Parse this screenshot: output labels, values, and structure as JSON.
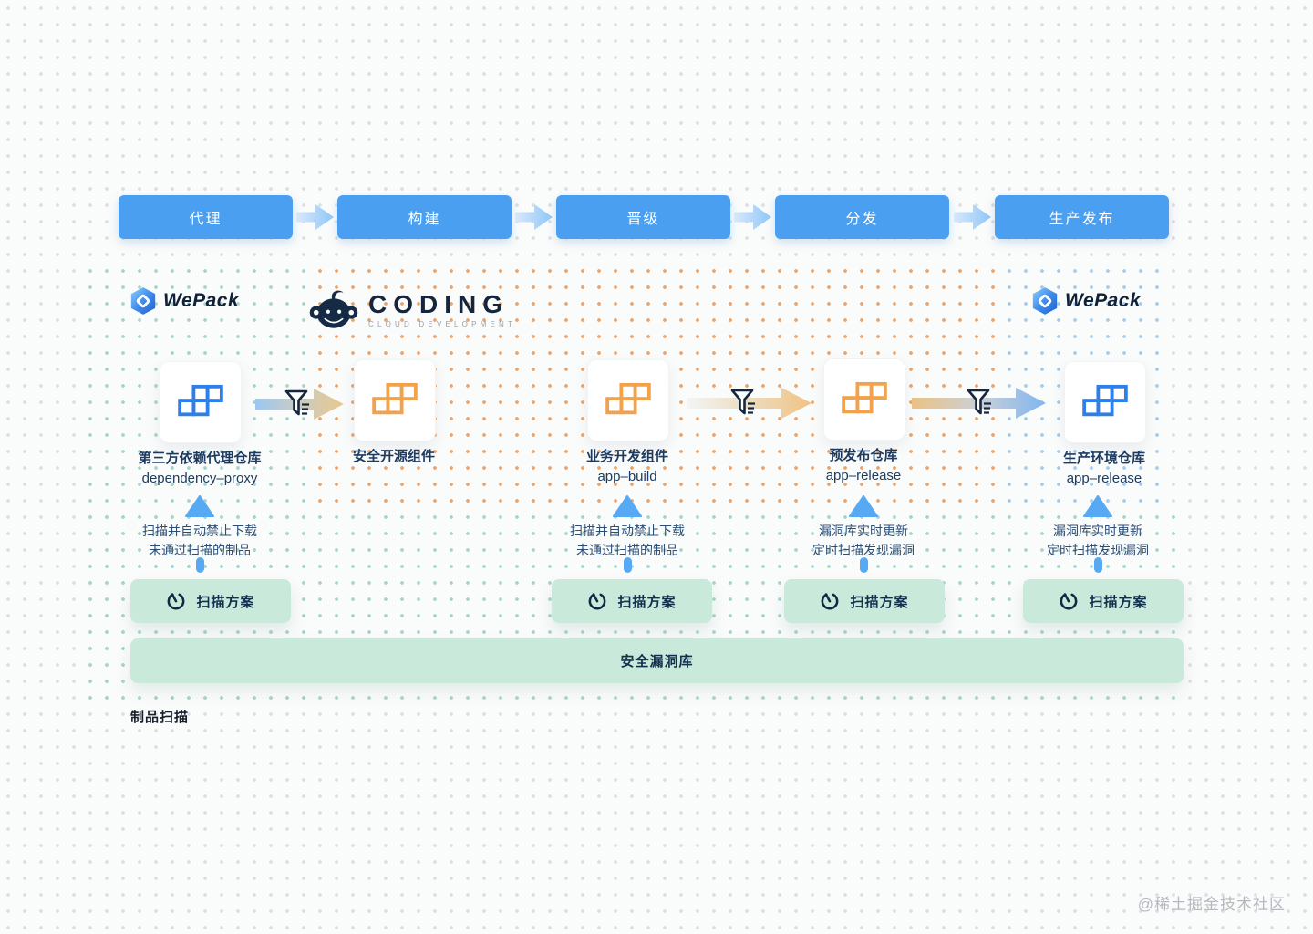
{
  "pipeline": {
    "stages": [
      {
        "label": "代理"
      },
      {
        "label": "构建"
      },
      {
        "label": "晋级"
      },
      {
        "label": "分发"
      },
      {
        "label": "生产发布"
      }
    ]
  },
  "brands": {
    "wepack_left": "WePack",
    "wepack_right": "WePack",
    "coding": "CODING",
    "coding_subtitle": "CLOUD DEVELOPMENT"
  },
  "repos": [
    {
      "title": "第三方依赖代理仓库",
      "subtitle": "dependency–proxy",
      "icon_color": "blue"
    },
    {
      "title": "安全开源组件",
      "subtitle": "",
      "icon_color": "orange"
    },
    {
      "title": "业务开发组件",
      "subtitle": "app–build",
      "icon_color": "orange"
    },
    {
      "title": "预发布仓库",
      "subtitle": "app–release",
      "icon_color": "orange"
    },
    {
      "title": "生产环境仓库",
      "subtitle": "app–release",
      "icon_color": "blue"
    }
  ],
  "annotations": [
    {
      "line1": "扫描并自动禁止下载",
      "line2": "未通过扫描的制品"
    },
    {
      "line1": "扫描并自动禁止下载",
      "line2": "未通过扫描的制品"
    },
    {
      "line1": "漏洞库实时更新",
      "line2": "定时扫描发现漏洞"
    },
    {
      "line1": "漏洞库实时更新",
      "line2": "定时扫描发现漏洞"
    }
  ],
  "labels": {
    "scan_plan": "扫描方案",
    "vulnerability_db": "安全漏洞库",
    "footer": "制品扫描",
    "watermark": "@稀土掘金技术社区"
  },
  "colors": {
    "stage_blue": "#4A9FF0",
    "repo_blue": "#2E7FE8",
    "repo_orange": "#F0A24C",
    "mint": "#C9E9DA",
    "navy_text": "#1D3B60",
    "arrow_blue": "#57A9F3",
    "dot_gray": "#DBDEE2",
    "dot_teal": "#A5D6C9",
    "dot_orange": "#F0A263",
    "dot_blue": "#A2CDF1"
  }
}
